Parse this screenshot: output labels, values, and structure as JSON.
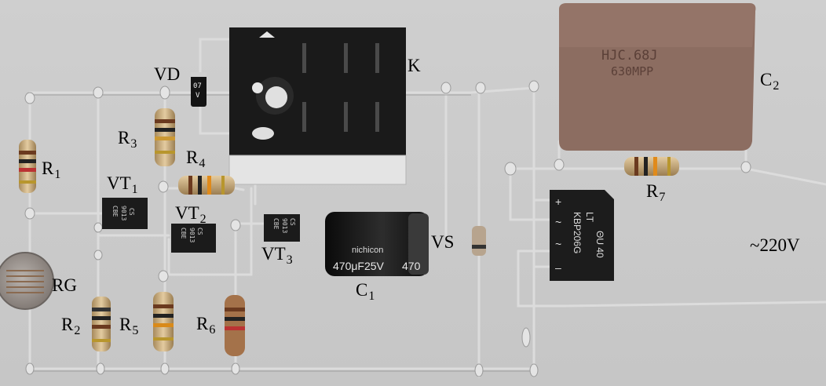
{
  "labels": {
    "VD": {
      "main": "VD",
      "sub": ""
    },
    "K": {
      "main": "K",
      "sub": ""
    },
    "C2": {
      "main": "C",
      "sub": "2"
    },
    "R1": {
      "main": "R",
      "sub": "1"
    },
    "R3": {
      "main": "R",
      "sub": "3"
    },
    "R4": {
      "main": "R",
      "sub": "4"
    },
    "VT1": {
      "main": "VT",
      "sub": "1"
    },
    "VT2": {
      "main": "VT",
      "sub": "2"
    },
    "VT3": {
      "main": "VT",
      "sub": "3"
    },
    "R7": {
      "main": "R",
      "sub": "7"
    },
    "VS": {
      "main": "VS",
      "sub": ""
    },
    "C1": {
      "main": "C",
      "sub": "1"
    },
    "RG": {
      "main": "RG",
      "sub": ""
    },
    "R2": {
      "main": "R",
      "sub": "2"
    },
    "R5": {
      "main": "R",
      "sub": "5"
    },
    "R6": {
      "main": "R",
      "sub": "6"
    },
    "mains": {
      "main": "~220V",
      "sub": ""
    }
  },
  "component_markings": {
    "c2_line1": "HJC.68J",
    "c2_line2": "630MPP",
    "c1_brand": "nichicon",
    "c1_rating": "470μF25V",
    "c1_side": "470",
    "bridge_line1": "LT",
    "bridge_line2": "KBP206G",
    "bridge_ul": "ΘU 40",
    "bridge_plus": "+",
    "bridge_ac1": "~",
    "bridge_ac2": "~",
    "bridge_minus": "–",
    "transistor_line1": "CS",
    "transistor_line2": "9013",
    "transistor_line3": "CBE",
    "diode_mark": "07",
    "diode_mark2": "V"
  },
  "colors": {
    "background": "#c9c9c9",
    "wire": "#e8e8e8",
    "relay": "#1c1c1c",
    "c2_body": "#8e6e62",
    "c1_body": "#151515",
    "bridge_body": "#1d1d1d",
    "resistor_body": "#c9a978"
  }
}
